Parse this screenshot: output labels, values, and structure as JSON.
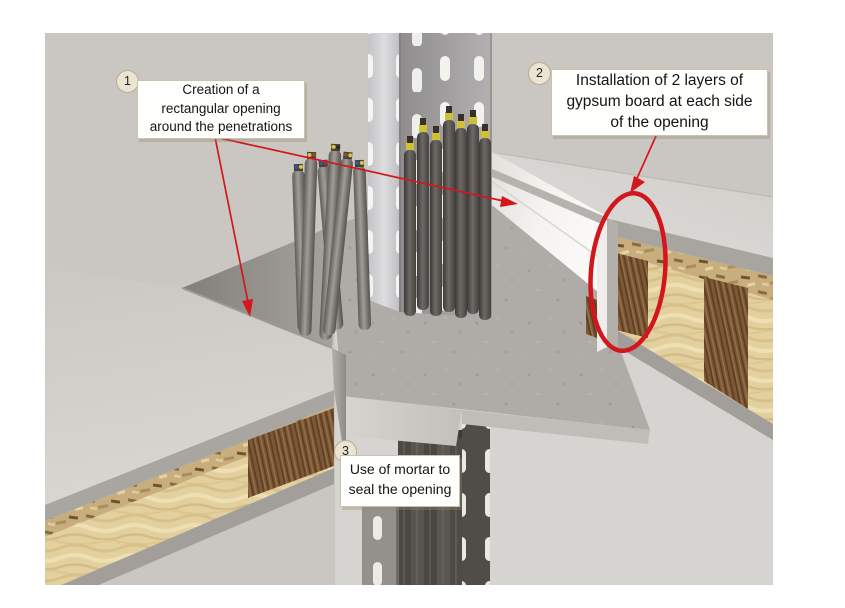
{
  "figure": {
    "type": "3d-technical-illustration",
    "subject": "Sealing of cable tray penetrations through a timber floor"
  },
  "callouts": [
    {
      "number": "1",
      "text": "Creation of a\nrectangular opening\naround the penetrations"
    },
    {
      "number": "2",
      "text": "Installation of 2 layers of\ngypsum board at each side\nof the opening"
    },
    {
      "number": "3",
      "text": "Use of mortar to\nseal the opening"
    }
  ],
  "annotations": {
    "arrow_color": "#d4161d",
    "highlight_shape": "ellipse"
  },
  "colors": {
    "background": "#cac7c3",
    "floor_top": "#d6d3cf",
    "mortar": "#b4b0ab",
    "mineral_wool": "#e3d09f",
    "wood_joist": "#7b5836",
    "osb_board": "#c8ae7c",
    "gypsum_board": "#f2f1ed",
    "cable_tray": "#a7a5a6",
    "cables": "#57534f",
    "accent_red": "#d4161d",
    "callout_bg": "#ffffff",
    "callout_border": "#cbc2ae",
    "badge_bg": "#ece4d3"
  }
}
